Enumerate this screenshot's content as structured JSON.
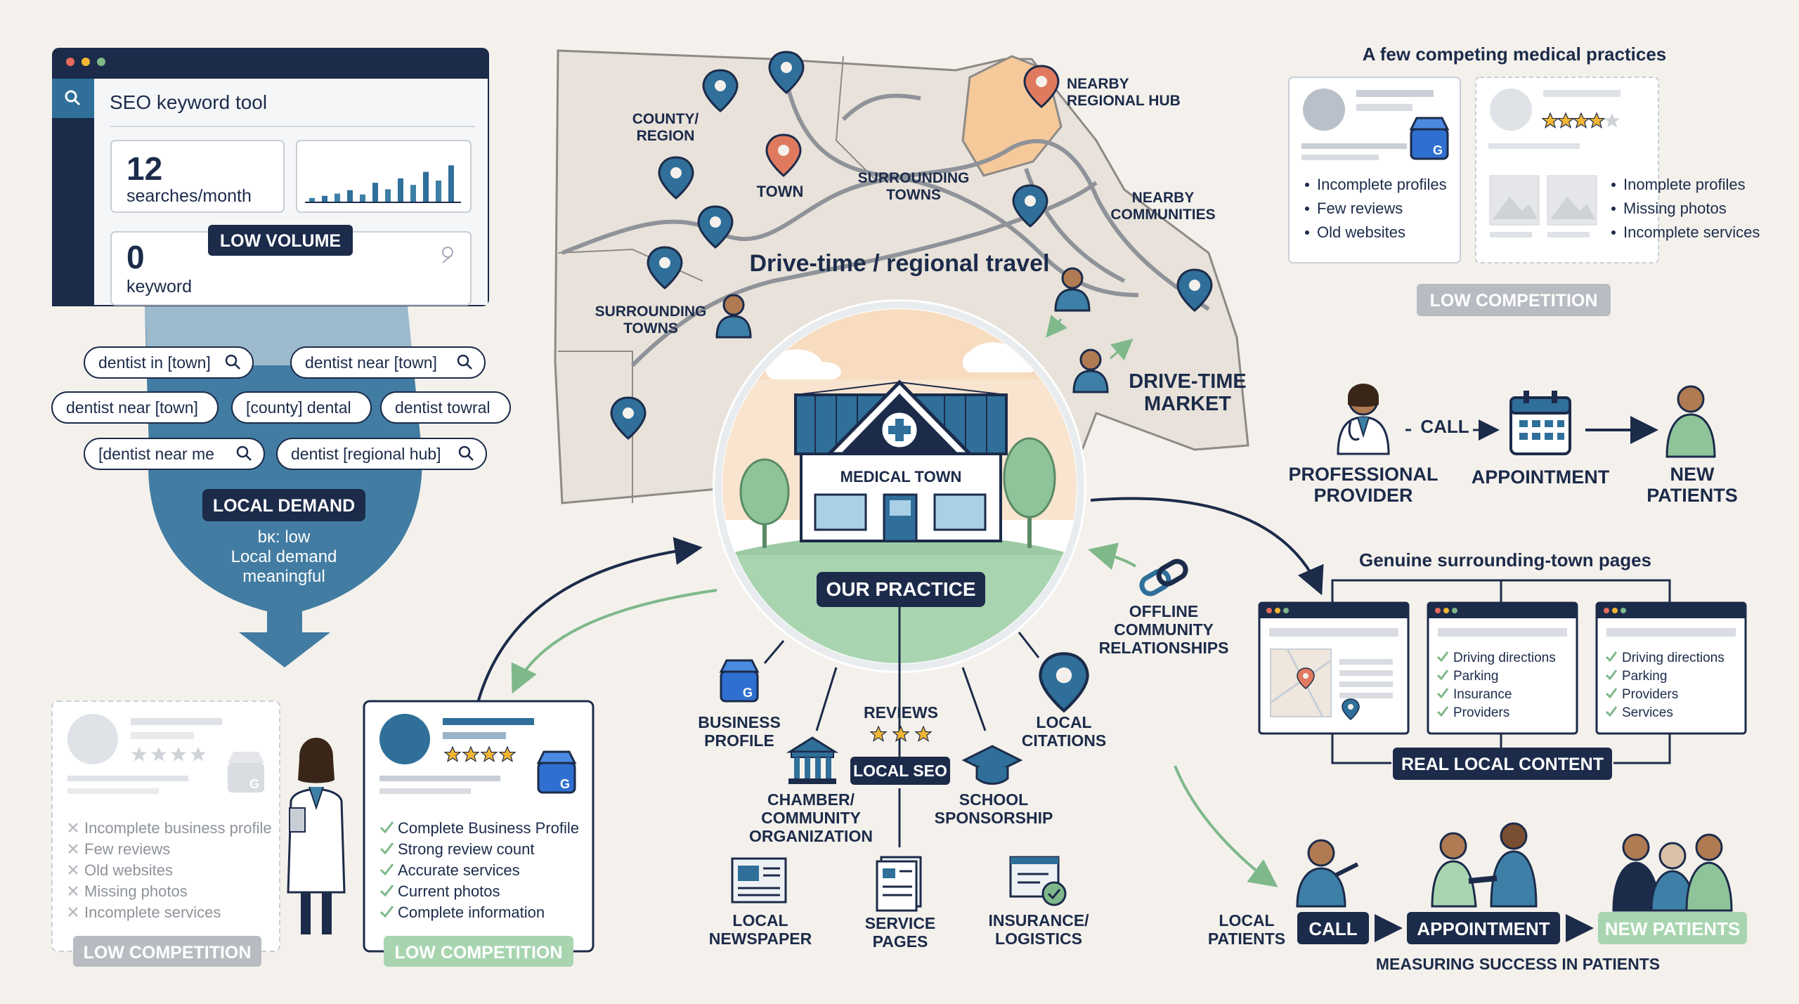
{
  "colors": {
    "navy": "#1c2b4a",
    "blue": "#2f6f9a",
    "teal_blue": "#3d7fa6",
    "green": "#7fb88a",
    "light_green": "#a8d5b0",
    "peach": "#f6c99b",
    "orange_pin": "#e07a5f",
    "map_fill": "#e8e2da",
    "grey_badge": "#b8bcc2",
    "star": "#f2b632",
    "background": "#f4f1ec"
  },
  "seo_tool": {
    "title": "SEO keyword tool",
    "search_icon": "search-icon",
    "volume_value": "12",
    "volume_unit": "searches/month",
    "keyword_value": "0",
    "keyword_unit": "keyword",
    "badge": "LOW VOLUME",
    "bars": [
      0.1,
      0.15,
      0.2,
      0.28,
      0.18,
      0.45,
      0.3,
      0.55,
      0.4,
      0.7,
      0.5,
      0.85
    ]
  },
  "keywords": {
    "chips": [
      {
        "text": "dentist in [town]",
        "icon": true
      },
      {
        "text": "dentist near [town]",
        "icon": true
      },
      {
        "text": "dentist near [town]",
        "icon": false
      },
      {
        "text": "[county] dental",
        "icon": false
      },
      {
        "text": "dentist towral",
        "icon": false
      },
      {
        "text": "[dentist near me",
        "icon": true
      },
      {
        "text": "dentist [regional hub]",
        "icon": true
      }
    ],
    "funnel_title": "LOCAL DEMAND",
    "funnel_line1": "bĸ: low",
    "funnel_line2": "Local demand",
    "funnel_line3": "meaningful"
  },
  "map": {
    "labels": {
      "county": [
        "COUNTY/",
        "REGION"
      ],
      "town": "TOWN",
      "surrounding_top": [
        "SURROUNDING",
        "TOWNS"
      ],
      "surrounding_left": [
        "SURROUNDING",
        "TOWNS"
      ],
      "regional_hub": [
        "NEARBY",
        "REGIONAL HUB"
      ],
      "nearby_communities": [
        "NEARBY",
        "COMMUNITIES"
      ],
      "drive_time_market": [
        "DRIVE-TIME",
        "MARKET"
      ],
      "travel": "Drive-time / regional travel"
    }
  },
  "practice": {
    "building_sign": "MEDICAL TOWN",
    "label": "OUR PRACTICE",
    "hub_label": "LOCAL SEO",
    "spokes": {
      "business_profile": [
        "BUSINESS",
        "PROFILE"
      ],
      "reviews": "REVIEWS",
      "local_citations": [
        "LOCAL",
        "CITATIONS"
      ],
      "chamber": [
        "CHAMBER/",
        "COMMUNITY",
        "ORGANIZATION"
      ],
      "school": [
        "SCHOOL",
        "SPONSORSHIP"
      ],
      "newspaper": [
        "LOCAL",
        "NEWSPAPER"
      ],
      "service_pages": [
        "SERVICE",
        "PAGES"
      ],
      "insurance": [
        "INSURANCE/",
        "LOGISTICS"
      ],
      "offline": [
        "OFFLINE",
        "COMMUNITY",
        "RELATIONSHIPS"
      ]
    }
  },
  "competitors": {
    "title": "A few competing medical practices",
    "card1_items": [
      "Incomplete profiles",
      "Few reviews",
      "Old websites"
    ],
    "card2_items": [
      "Inomplete profiles",
      "Missing photos",
      "Incomplete services"
    ],
    "badge": "LOW COMPETITION"
  },
  "provider_flow": {
    "provider": [
      "PROFESSIONAL",
      "PROVIDER"
    ],
    "call": "CALL",
    "appointment": "APPOINTMENT",
    "patients": [
      "NEW",
      "PATIENTS"
    ]
  },
  "town_pages": {
    "title": "Genuine surrounding-town pages",
    "page2_items": [
      "Driving directions",
      "Parking",
      "Insurance",
      "Providers"
    ],
    "page3_items": [
      "Driving directions",
      "Parking",
      "Providers",
      "Services"
    ],
    "badge": "REAL LOCAL CONTENT"
  },
  "bottom_left": {
    "weak_items": [
      "Incomplete business profile",
      "Few reviews",
      "Old websites",
      "Missing photos",
      "Incomplete services"
    ],
    "weak_badge": "LOW COMPETITION",
    "strong_items": [
      "Complete Business Profile",
      "Strong review count",
      "Accurate services",
      "Current photos",
      "Complete information"
    ],
    "strong_badge": "LOW COMPETITION"
  },
  "success": {
    "local_patients": [
      "LOCAL",
      "PATIENTS"
    ],
    "call": "CALL",
    "appointment": "APPOINTMENT",
    "new_patients": "NEW PATIENTS",
    "caption": "MEASURING SUCCESS IN PATIENTS"
  }
}
